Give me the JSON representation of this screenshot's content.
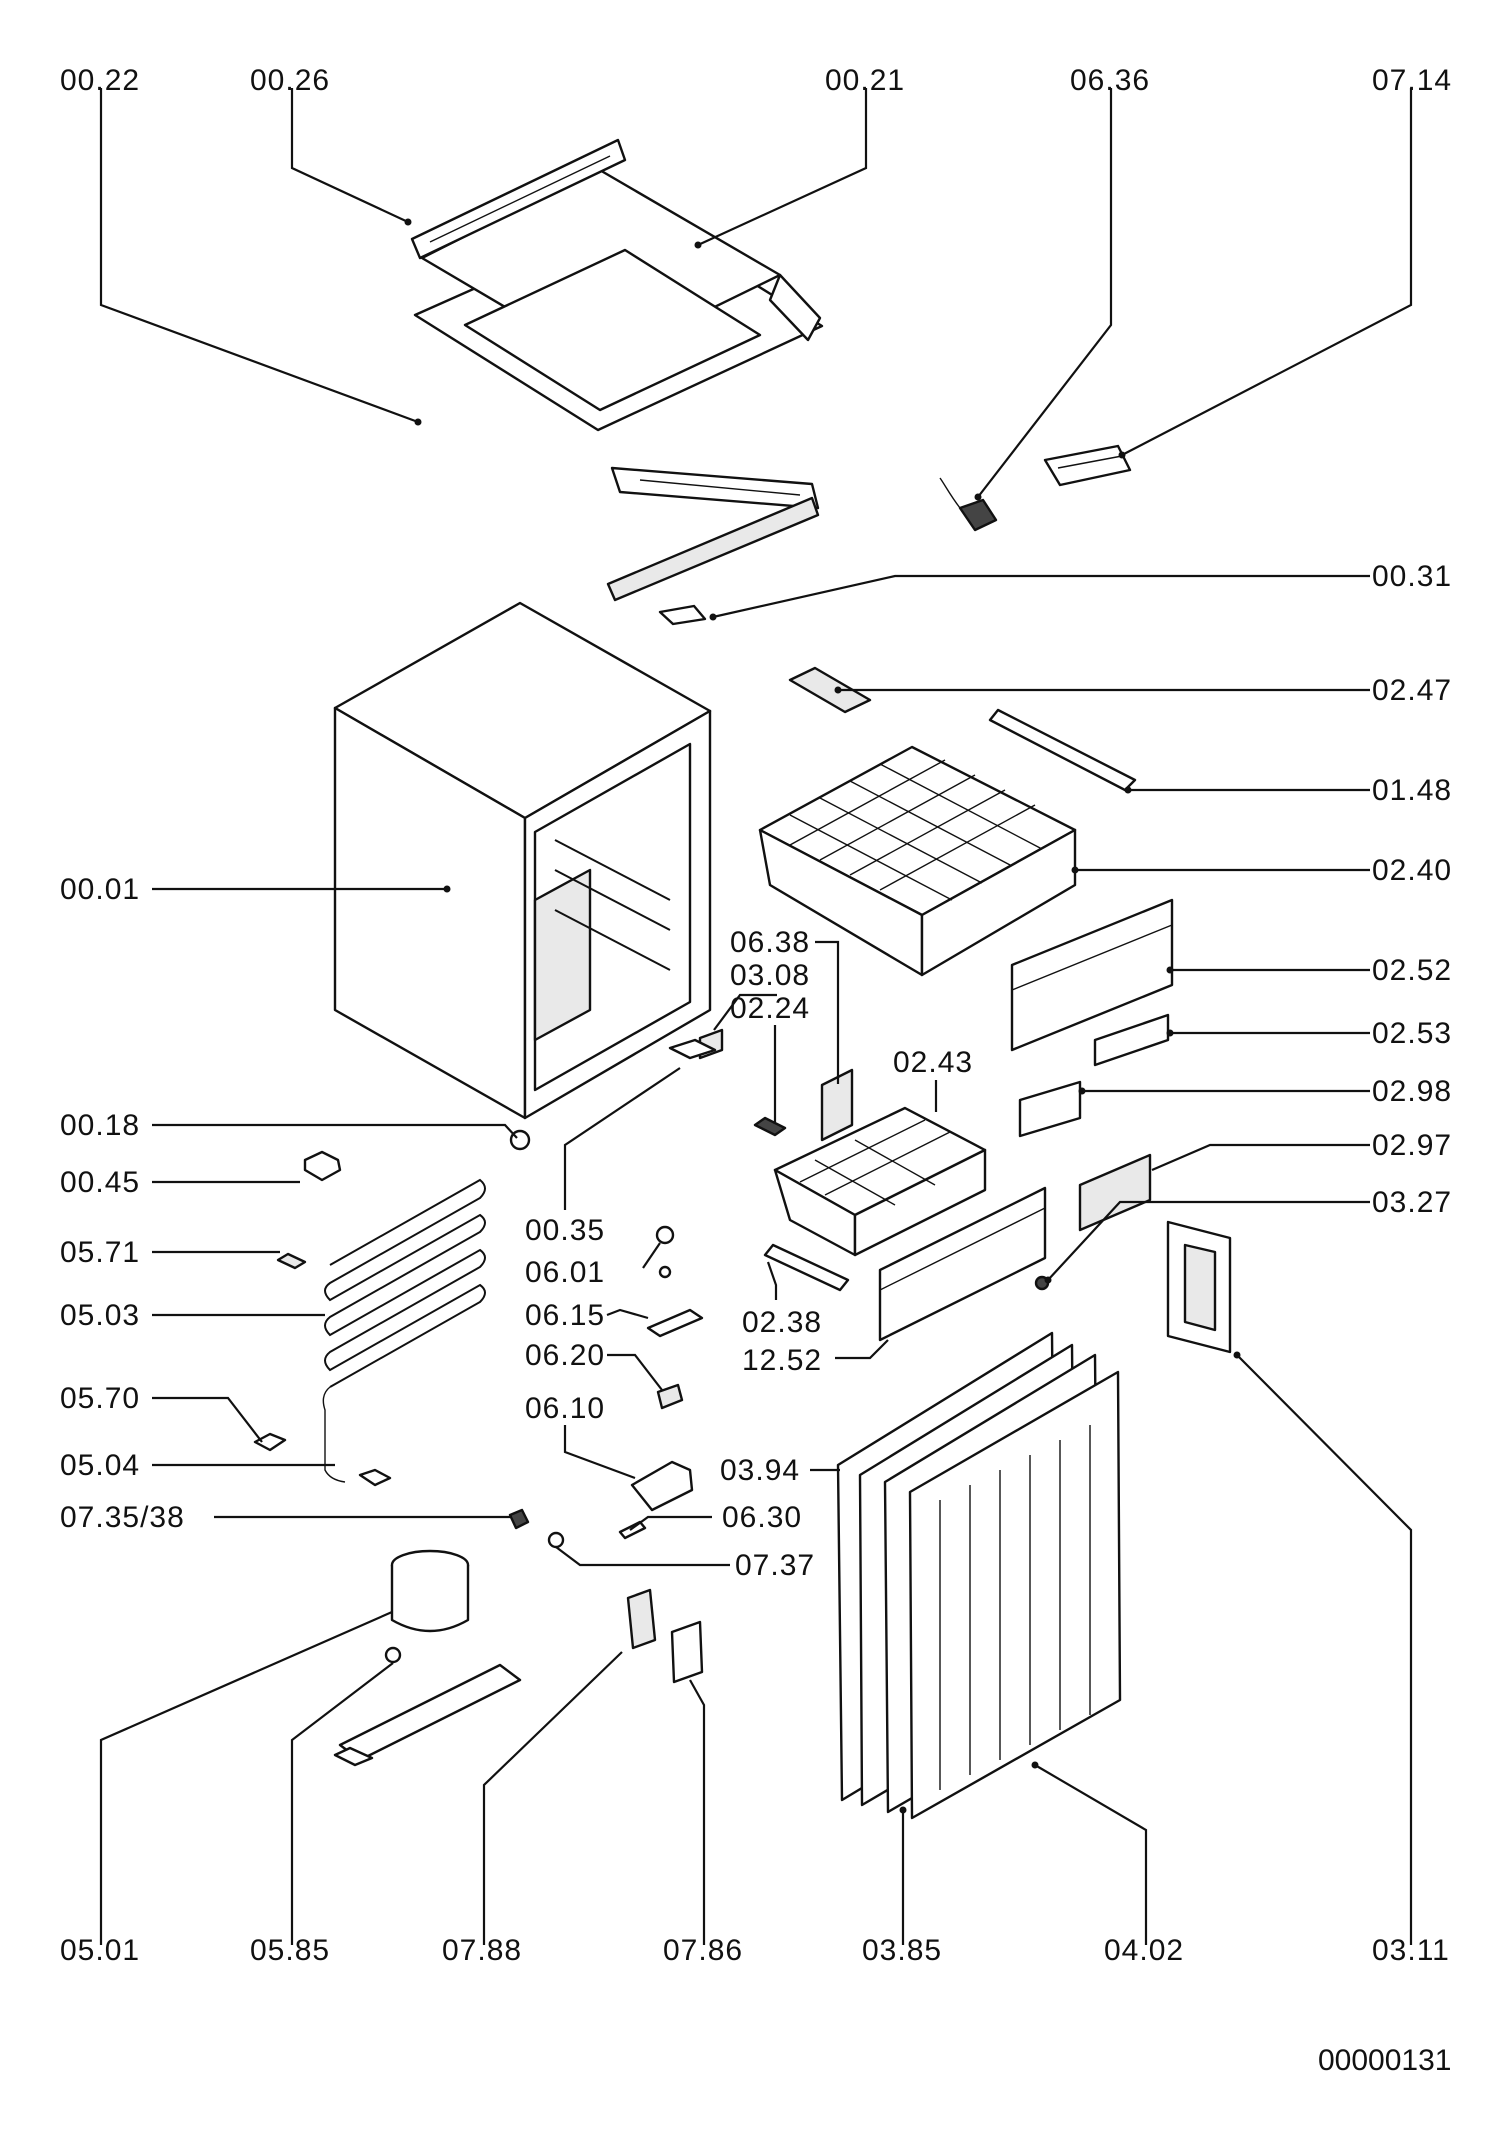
{
  "diagram": {
    "labels": {
      "00.22": "00.22",
      "00.26": "00.26",
      "00.21": "00.21",
      "06.36": "06.36",
      "07.14": "07.14",
      "00.31": "00.31",
      "02.47": "02.47",
      "01.48": "01.48",
      "02.40": "02.40",
      "00.01": "00.01",
      "06.38": "06.38",
      "03.08": "03.08",
      "02.24": "02.24",
      "02.52": "02.52",
      "02.43": "02.43",
      "02.53": "02.53",
      "02.98": "02.98",
      "00.18": "00.18",
      "02.97": "02.97",
      "00.45": "00.45",
      "00.35": "00.35",
      "03.27": "03.27",
      "05.71": "05.71",
      "06.01": "06.01",
      "05.03": "05.03",
      "06.15": "06.15",
      "02.38": "02.38",
      "12.52": "12.52",
      "06.20": "06.20",
      "05.70": "05.70",
      "06.10": "06.10",
      "05.04": "05.04",
      "03.94": "03.94",
      "07.35/38": "07.35/38",
      "06.30": "06.30",
      "07.37": "07.37",
      "05.01": "05.01",
      "05.85": "05.85",
      "07.88": "07.88",
      "07.86": "07.86",
      "03.85": "03.85",
      "04.02": "04.02",
      "03.11": "03.11"
    },
    "document_id": "00000131"
  }
}
